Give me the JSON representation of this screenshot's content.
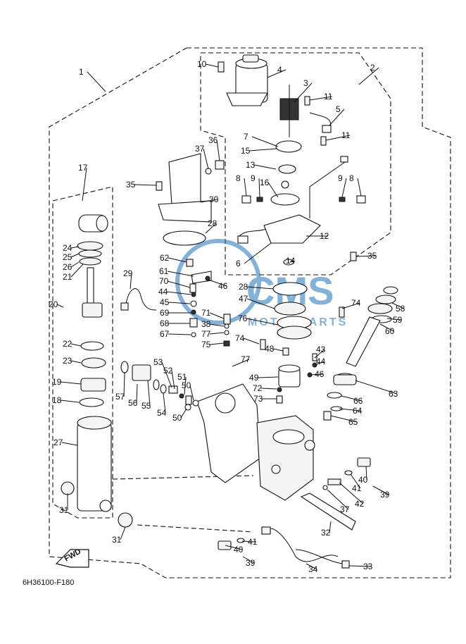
{
  "diagram_code": "6H36100-F180",
  "fwd_label": "FWD",
  "watermark": {
    "brand": "CMS",
    "subtitle": "MOTORPARTS",
    "color": "#1e73b8"
  },
  "labels": [
    "1",
    "2",
    "3",
    "4",
    "5",
    "6",
    "7",
    "8",
    "8",
    "9",
    "9",
    "10",
    "11",
    "11",
    "12",
    "13",
    "14",
    "15",
    "16",
    "17",
    "18",
    "19",
    "20",
    "21",
    "22",
    "23",
    "24",
    "25",
    "26",
    "27",
    "28",
    "28",
    "29",
    "30",
    "31",
    "31",
    "32",
    "33",
    "34",
    "35",
    "35",
    "36",
    "37",
    "37",
    "38",
    "39",
    "39",
    "40",
    "40",
    "41",
    "41",
    "42",
    "43",
    "44",
    "44",
    "45",
    "46",
    "46",
    "47",
    "48",
    "49",
    "50",
    "50",
    "51",
    "52",
    "53",
    "54",
    "55",
    "56",
    "57",
    "58",
    "59",
    "60",
    "61",
    "62",
    "63",
    "64",
    "65",
    "66",
    "67",
    "68",
    "69",
    "70",
    "71",
    "72",
    "73",
    "74",
    "74",
    "75",
    "76",
    "77",
    "77"
  ]
}
